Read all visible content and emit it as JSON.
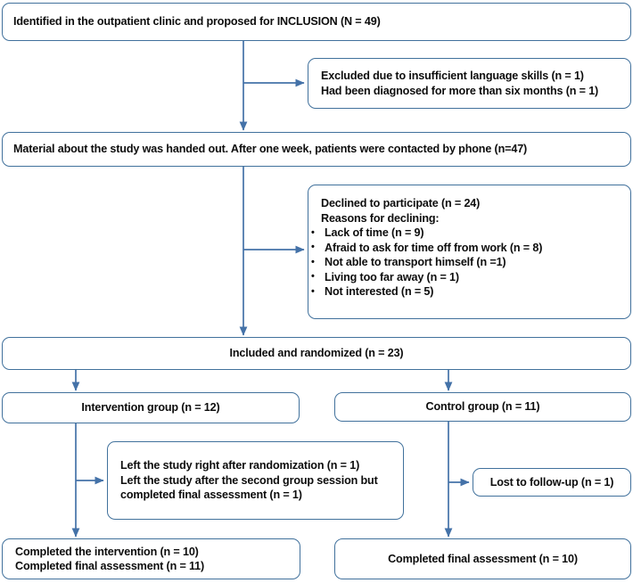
{
  "diagram": {
    "title": "CONSORT-style participant flow diagram",
    "accent_color": "#41719C",
    "text_color": "#0D0D0D",
    "background": "#FFFFFF"
  },
  "nodes": {
    "identified": {
      "line1": "Identified in the outpatient clinic and proposed for INCLUSION (N = 49)"
    },
    "excluded": {
      "line1": "Excluded due to insufficient language skills (n = 1)",
      "line2": "Had been diagnosed for more than six months (n = 1)"
    },
    "material": {
      "line1": "Material about the study was handed out. After one week, patients were contacted by phone (n=47)"
    },
    "declined": {
      "line1": "Declined to participate (n = 24)",
      "line2": "Reasons for declining:",
      "reasons": [
        "Lack of time (n = 9)",
        "Afraid to ask for time off from work (n = 8)",
        "Not able to transport himself (n =1)",
        "Living too far away (n = 1)",
        "Not interested (n = 5)"
      ]
    },
    "randomized": {
      "line1": "Included and randomized (n = 23)"
    },
    "intervention_group": {
      "line1": "Intervention group (n = 12)"
    },
    "control_group": {
      "line1": "Control group (n = 11)"
    },
    "left_study": {
      "line1": "Left the study right after randomization (n = 1)",
      "line2": "Left the study after the second group session but",
      "line3": "completed final assessment (n = 1)"
    },
    "lost_followup": {
      "line1": "Lost to follow-up (n = 1)"
    },
    "completed_intervention": {
      "line1": "Completed the intervention (n = 10)",
      "line2": "Completed final assessment (n = 11)"
    },
    "completed_control": {
      "line1": "Completed final assessment (n = 10)"
    }
  }
}
